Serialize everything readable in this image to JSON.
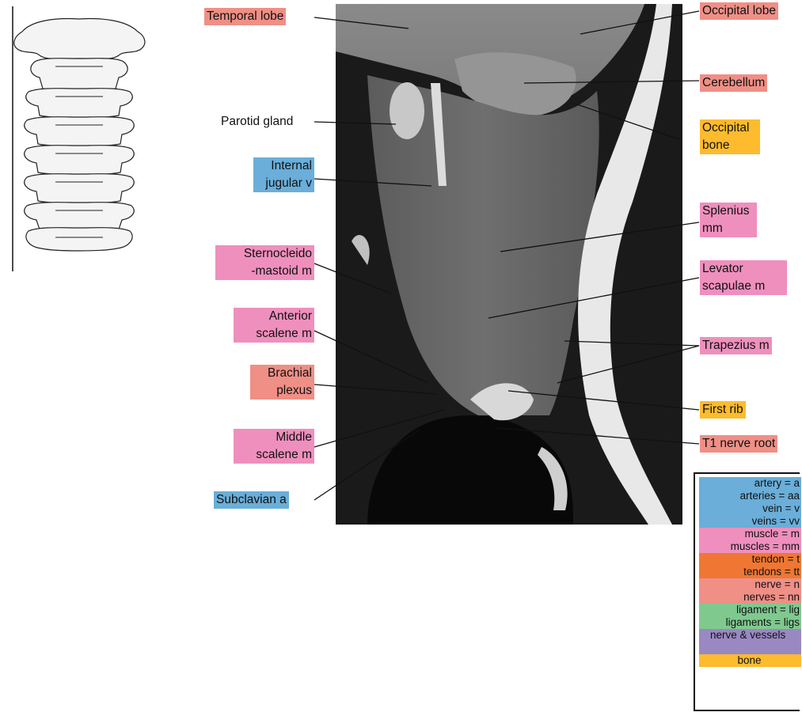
{
  "colors": {
    "artery_vein": "#6aaed9",
    "muscle": "#ef8fbd",
    "tendon": "#ef7733",
    "nerve": "#ef8f86",
    "ligament": "#7fc98f",
    "nerve_vessels": "#9a88c3",
    "bone": "#fdbb2d"
  },
  "labels": {
    "temporal_lobe": "Temporal lobe",
    "occipital_lobe": "Occipital lobe",
    "cerebellum": "Cerebellum",
    "parotid_gland": "Parotid gland",
    "occipital_bone_1": "Occipital",
    "occipital_bone_2": "bone",
    "internal_jugular_1": "Internal",
    "internal_jugular_2": "jugular v",
    "splenius_1": "Splenius",
    "splenius_2": "mm",
    "sternocleido_1": "Sternocleido",
    "sternocleido_2": "-mastoid m",
    "levator_1": "Levator",
    "levator_2": "scapulae m",
    "anterior_scalene_1": "Anterior",
    "anterior_scalene_2": "scalene m",
    "trapezius": "Trapezius m",
    "brachial_1": "Brachial",
    "brachial_2": "plexus",
    "first_rib": "First rib",
    "middle_scalene_1": "Middle",
    "middle_scalene_2": "scalene m",
    "t1_nerve_root": "T1 nerve root",
    "subclavian": "Subclavian a"
  },
  "legend": [
    {
      "text": "artery = a",
      "color": "artery_vein"
    },
    {
      "text": "arteries = aa",
      "color": "artery_vein"
    },
    {
      "text": "vein = v",
      "color": "artery_vein"
    },
    {
      "text": "veins = vv",
      "color": "artery_vein"
    },
    {
      "text": "muscle = m",
      "color": "muscle"
    },
    {
      "text": "muscles = mm",
      "color": "muscle"
    },
    {
      "text": "tendon = t",
      "color": "tendon"
    },
    {
      "text": "tendons = tt",
      "color": "tendon"
    },
    {
      "text": "nerve = n",
      "color": "nerve"
    },
    {
      "text": "nerves = nn",
      "color": "nerve"
    },
    {
      "text": "ligament = lig",
      "color": "ligament"
    },
    {
      "text": "ligaments = ligs",
      "color": "ligament"
    },
    {
      "text": "nerve & vessels",
      "color": "nerve_vessels"
    },
    {
      "text": "bone",
      "color": "bone"
    }
  ]
}
